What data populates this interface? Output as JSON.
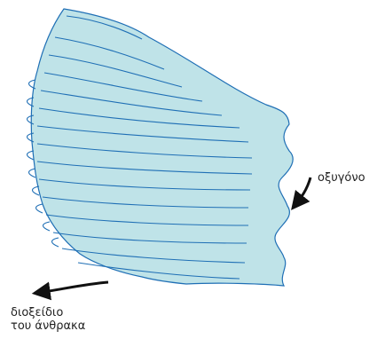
{
  "labels": {
    "oxygen": "οξυγόνο",
    "co2_line1": "διοξείδιο",
    "co2_line2": "του άνθρακα"
  },
  "colors": {
    "gill_fill": "#bfe3e8",
    "gill_outline": "#1f6fb5",
    "arrow": "#111111"
  }
}
